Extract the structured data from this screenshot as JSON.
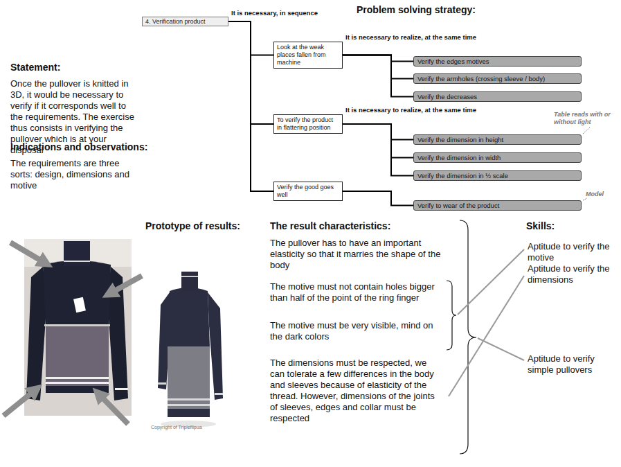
{
  "diagram": {
    "title": "Problem solving strategy:",
    "nodes": [
      {
        "text": [
          "4. Verification product"
        ]
      },
      {
        "text": [
          "Look at the weak places fallen from machine"
        ]
      },
      {
        "text": [
          "Verify the edges motives"
        ]
      },
      {
        "text": [
          "Verify the armholes (crossing sleeve / body)"
        ]
      },
      {
        "text": [
          "Verify the decreases"
        ]
      },
      {
        "text": [
          "To verify the product in flattering position"
        ]
      },
      {
        "text": [
          "Verify the dimension in height"
        ]
      },
      {
        "text": [
          "Verify the dimension in width"
        ]
      },
      {
        "text": [
          "Verify the dimension in ½ scale"
        ]
      },
      {
        "text": [
          "Verify the good goes well"
        ]
      },
      {
        "text": [
          "Verify to wear of the product"
        ]
      }
    ],
    "edges": [
      {
        "from": 0,
        "to": 1,
        "arrow": "none"
      },
      {
        "from": 0,
        "to": 5,
        "arrow": "none"
      },
      {
        "from": 0,
        "to": 9,
        "arrow": "none"
      },
      {
        "from": 1,
        "to": 2,
        "arrow": "none"
      },
      {
        "from": 1,
        "to": 3,
        "arrow": "none"
      },
      {
        "from": 1,
        "to": 4,
        "arrow": "none"
      },
      {
        "from": 5,
        "to": 6,
        "arrow": "none"
      },
      {
        "from": 5,
        "to": 7,
        "arrow": "none"
      },
      {
        "from": 5,
        "to": 8,
        "arrow": "none"
      },
      {
        "from": 9,
        "to": 10,
        "arrow": "none"
      }
    ],
    "labels": [
      "It is necessary, in sequence",
      "It is necessary to realize, at the same time",
      "It is necessary to realize, at the same time",
      "Table reads with or without light",
      "Model",
      "Statement:",
      "Once the pullover is knitted in 3D, it would be necessary to verify if it corresponds well to the requirements. The exercise thus consists in verifying the pullover which is at your disposal",
      "Indications and observations:",
      "The requirements are three sorts: design, dimensions and motive",
      "Prototype of results:",
      "Copyright of Tripleflipua",
      "The result characteristics:",
      "The pullover has to have an important elasticity so that it marries the shape of the body",
      "The motive must not contain holes bigger than half of the point of the ring finger",
      "The motive must be very visible, mind on the dark colors",
      "The dimensions must be respected, we can tolerate a few differences in the body and sleeves because of elasticity of the thread. However, dimensions of the joints of sleeves, edges and collar must be respected",
      "Skills:",
      "Aptitude to verify the motive",
      "Aptitude to verify the dimensions",
      "Aptitude to verify simple pullovers"
    ]
  }
}
